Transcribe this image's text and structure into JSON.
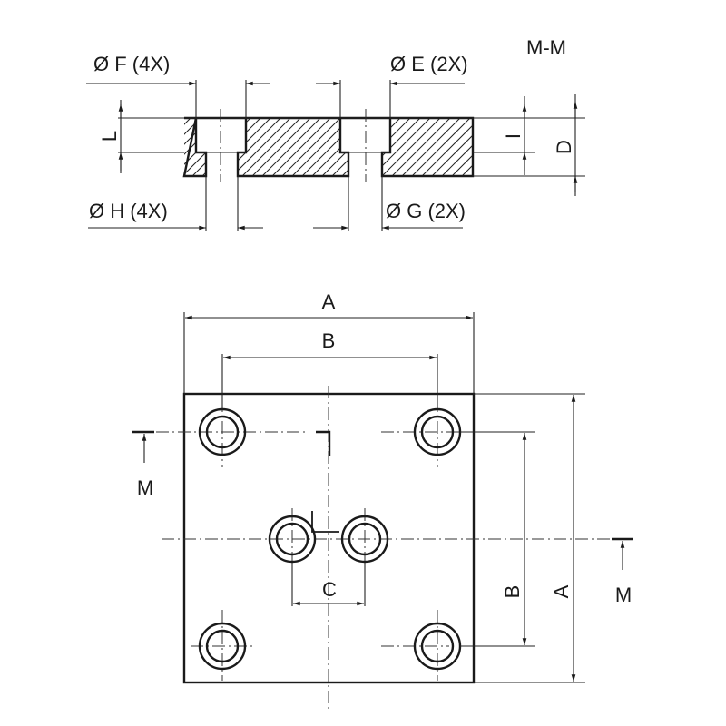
{
  "section": {
    "title": "M-M",
    "label_f": "Ø F (4X)",
    "label_e": "Ø E (2X)",
    "label_h": "Ø H (4X)",
    "label_g": "Ø G (2X)",
    "label_l": "L",
    "label_i": "I",
    "label_d": "D"
  },
  "plan": {
    "label_a_top": "A",
    "label_b_top": "B",
    "label_c": "C",
    "label_b_side": "B",
    "label_a_side": "A",
    "label_m_left": "M",
    "label_m_right": "M"
  }
}
